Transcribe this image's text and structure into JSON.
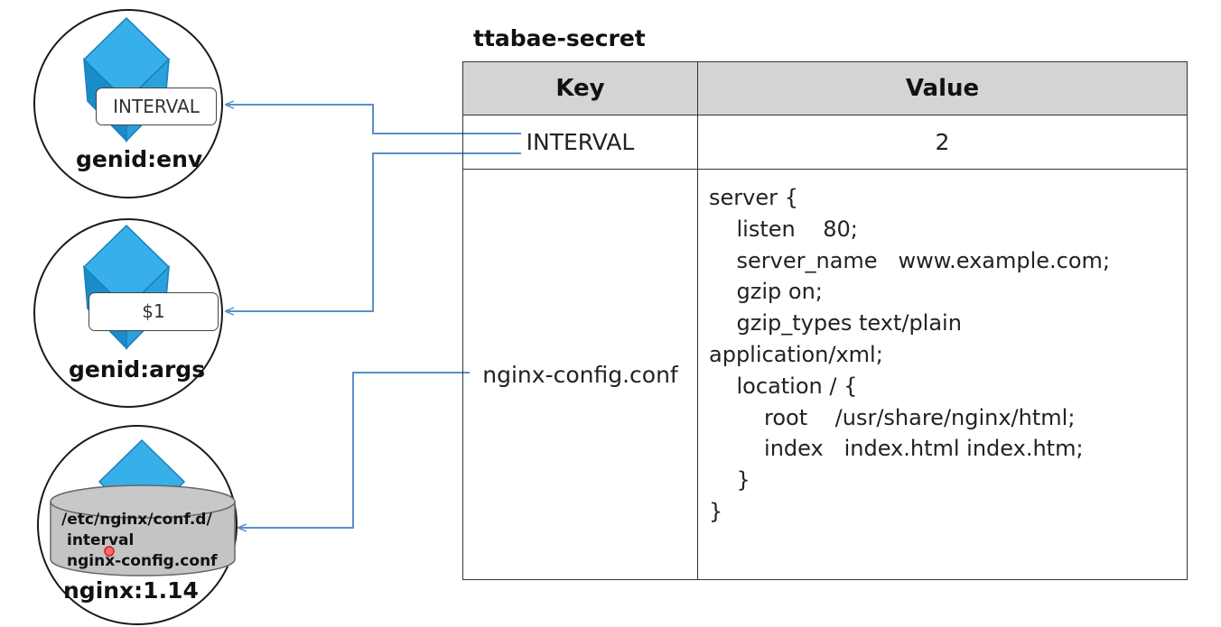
{
  "secret": {
    "name": "ttabae-secret",
    "header_key": "Key",
    "header_value": "Value",
    "rows": [
      {
        "key": "INTERVAL",
        "value": "2"
      },
      {
        "key": "nginx-config.conf",
        "value": "server {\n    listen    80;\n    server_name   www.example.com;\n    gzip on;\n    gzip_types text/plain\napplication/xml;\n    location / {\n        root    /usr/share/nginx/html;\n        index   index.html index.htm;\n    }\n}"
      }
    ]
  },
  "pods": [
    {
      "label": "genid:env",
      "badge": "INTERVAL"
    },
    {
      "label": "genid:args",
      "badge": "$1"
    },
    {
      "label": "nginx:1.14",
      "volume_lines": [
        "/etc/nginx/conf.d/",
        "interval",
        "nginx-config.conf"
      ]
    }
  ],
  "colors": {
    "connector": "#5b8fc9",
    "cube": "#29a3e0",
    "cube_dark": "#1a7fb8",
    "cylinder": "#bdbdbd",
    "header_fill": "#d4d4d4"
  },
  "icons": [
    "container-cube-icon",
    "volume-cylinder-icon",
    "arrow-icon"
  ]
}
